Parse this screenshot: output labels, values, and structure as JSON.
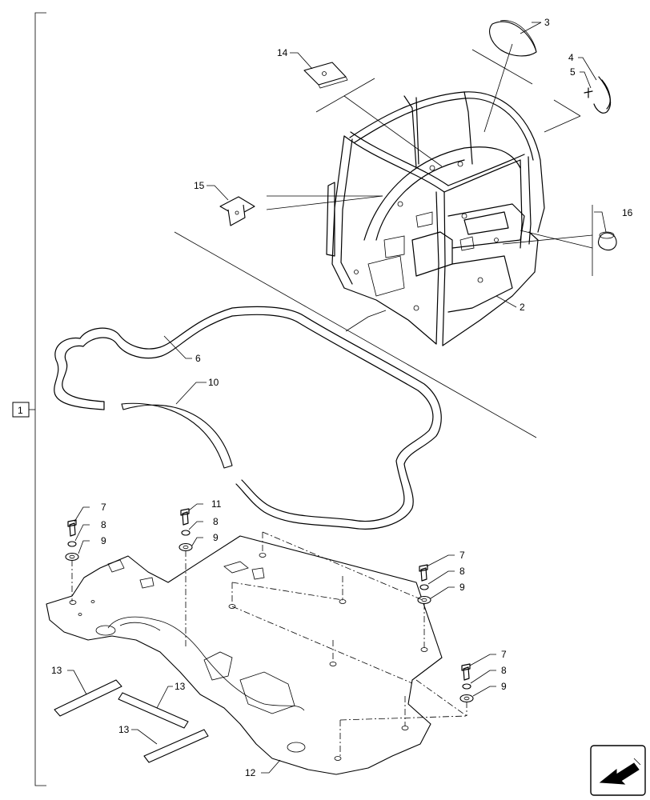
{
  "group_label": "1",
  "callouts": {
    "c2": "2",
    "c3": "3",
    "c4": "4",
    "c5": "5",
    "c6": "6",
    "c7a": "7",
    "c8a": "8",
    "c9a": "9",
    "c11": "11",
    "c8b": "8",
    "c9b": "9",
    "c7c": "7",
    "c8c": "8",
    "c9c": "9",
    "c7d": "7",
    "c8d": "8",
    "c9d": "9",
    "c10": "10",
    "c12": "12",
    "c13a": "13",
    "c13b": "13",
    "c13c": "13",
    "c14": "14",
    "c15": "15",
    "c16": "16"
  },
  "nav_icon": "arrow-navigation-icon"
}
